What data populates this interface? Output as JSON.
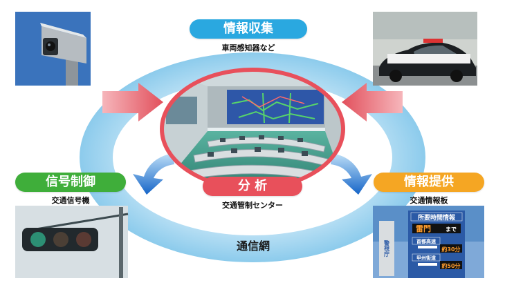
{
  "stages": {
    "collection": {
      "title": "情報収集",
      "caption": "車両感知器など",
      "color": "#2aa8e0"
    },
    "analysis": {
      "title": "分 析",
      "caption": "交通管制センター",
      "color": "#e8505b"
    },
    "control": {
      "title": "信号制御",
      "caption": "交通信号機",
      "color": "#3fae3a"
    },
    "provision": {
      "title": "情報提供",
      "caption": "交通情報板",
      "color": "#f5a623"
    }
  },
  "network": {
    "label": "通信網",
    "ring_color": "#9fd4ee"
  },
  "arrows": {
    "inbound_color": "#e86a74",
    "outbound_color": "#1e6fd1"
  },
  "sign_board": {
    "header": "所要時間情報",
    "place": "雷門",
    "until": "まで",
    "route1": "首都高速",
    "time1": "約30分",
    "route2": "甲州街道",
    "time2": "約50分",
    "side_text": "警視庁"
  }
}
